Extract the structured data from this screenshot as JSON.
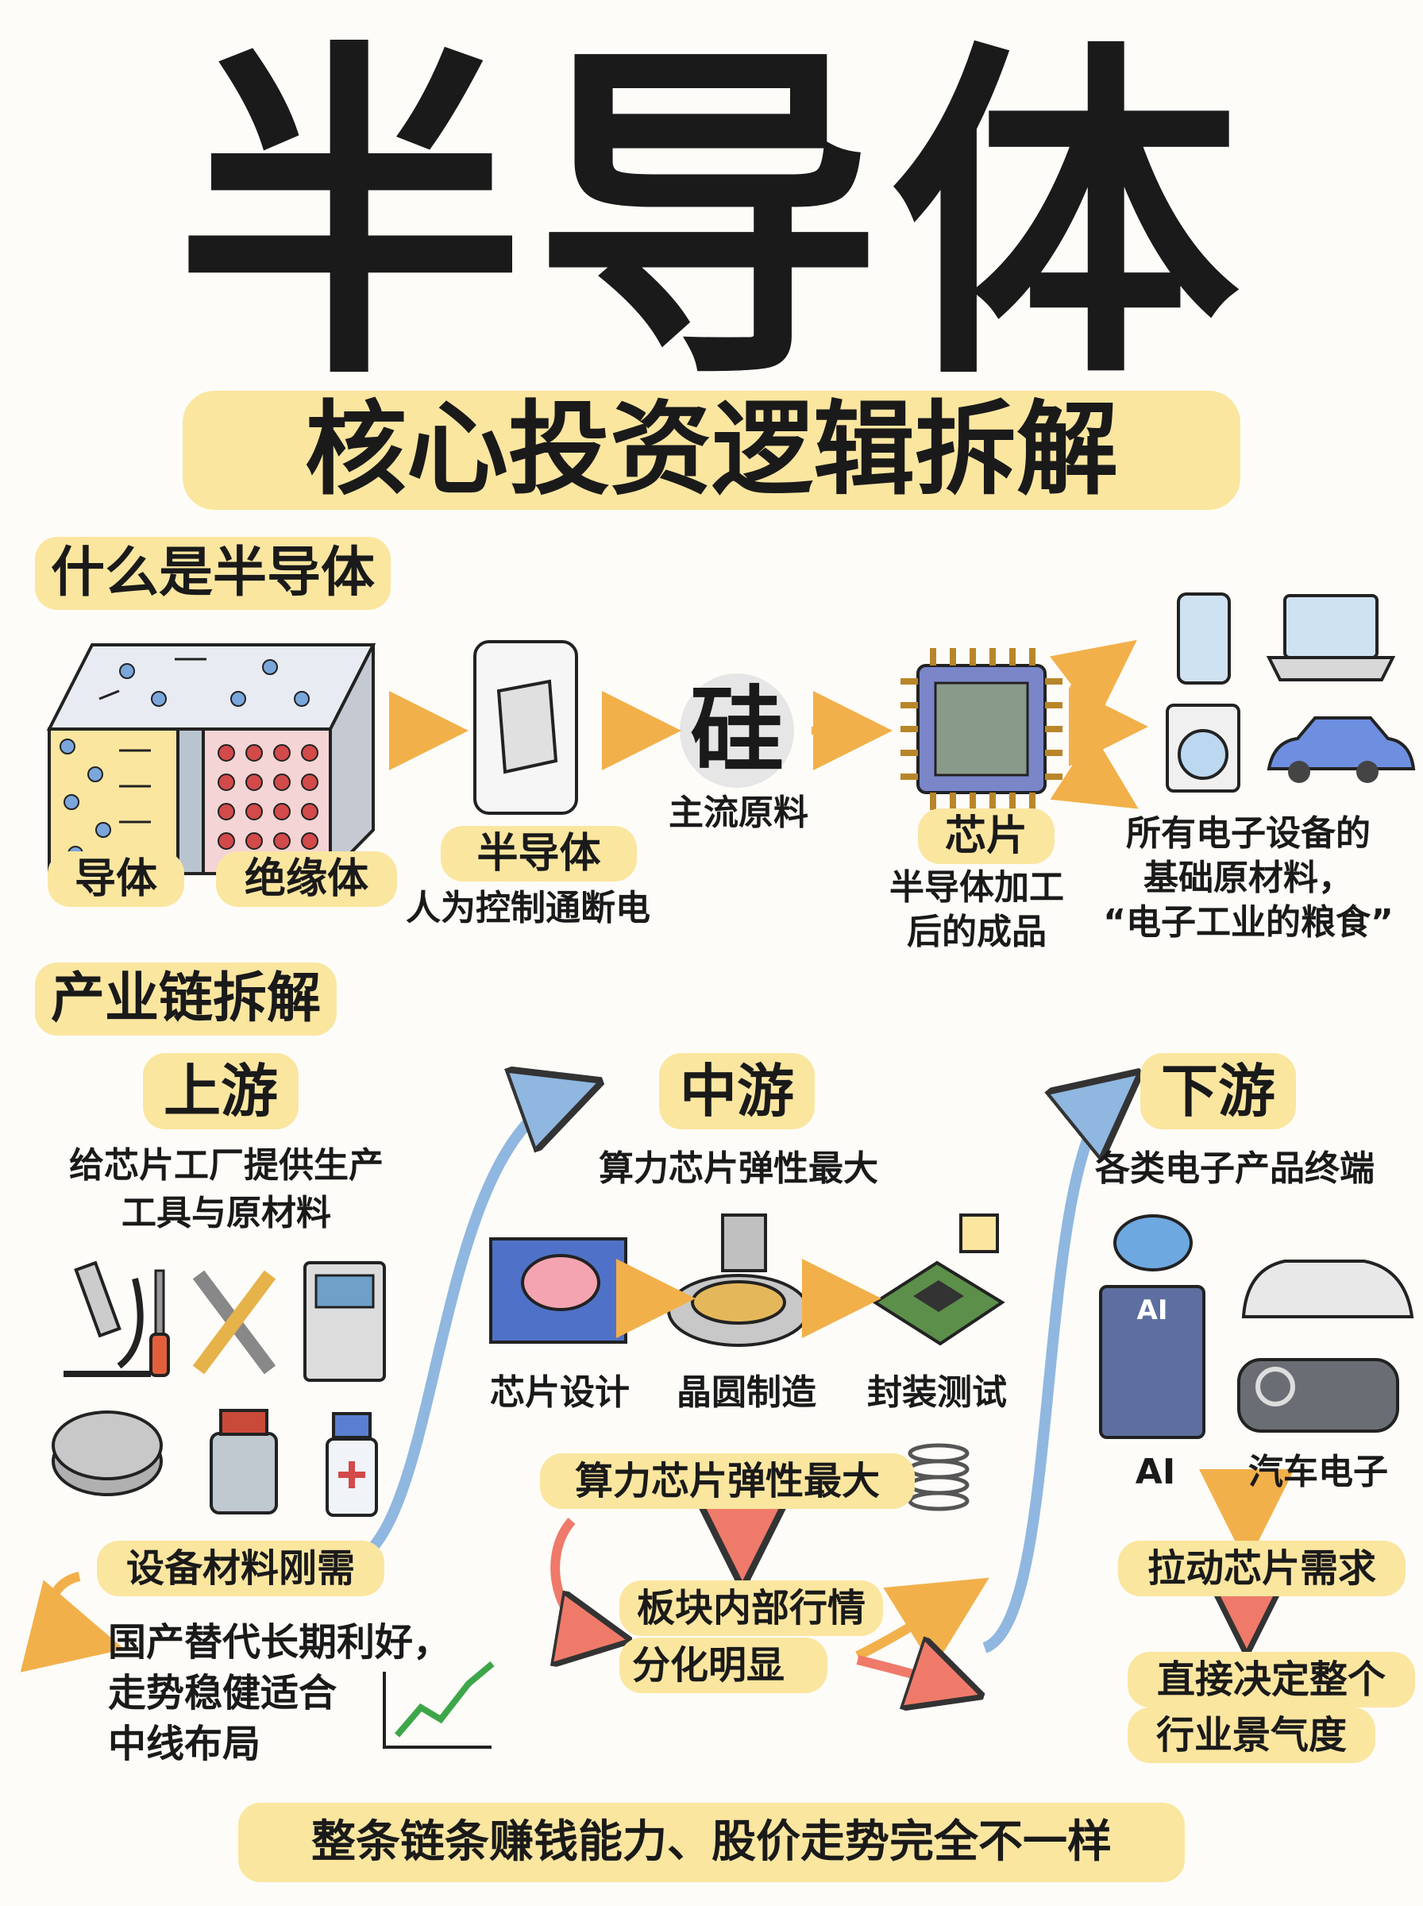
{
  "title": "半导体",
  "subtitle": "核心投资逻辑拆解",
  "section1": {
    "heading": "什么是半导体",
    "conductor": "导体",
    "insulator": "绝缘体",
    "semiconductor_label": "半导体",
    "semiconductor_desc": "人为控制通断电",
    "silicon_char": "硅",
    "silicon_desc": "主流原料",
    "chip_label": "芯片",
    "chip_desc_1": "半导体加工",
    "chip_desc_2": "后的成品",
    "devices_desc_1": "所有电子设备的",
    "devices_desc_2": "基础原材料，",
    "devices_desc_3": "“电子工业的粮食”"
  },
  "section2": {
    "heading": "产业链拆解",
    "upstream": {
      "title": "上游",
      "desc_1": "给芯片工厂提供生产",
      "desc_2": "工具与原材料",
      "need": "设备材料刚需",
      "note_1": "国产替代长期利好，",
      "note_2": "走势稳健适合",
      "note_3": "中线布局"
    },
    "midstream": {
      "title": "中游",
      "desc": "算力芯片弹性最大",
      "step_1": "芯片设计",
      "step_2": "晶圆制造",
      "step_3": "封装测试",
      "elastic": "算力芯片弹性最大",
      "ai_label": "AI",
      "divergence_1": "板块内部行情",
      "divergence_2": "分化明显"
    },
    "downstream": {
      "title": "下游",
      "desc": "各类电子产品终端",
      "ai_label": "AI",
      "auto_label": "汽车电子",
      "pull": "拉动芯片需求",
      "decide_1": "直接决定整个",
      "decide_2": "行业景气度"
    }
  },
  "footer": "整条链条赚钱能力、股价走势完全不一样",
  "colors": {
    "highlight": "#fbe6a0",
    "arrow_orange": "#f2b04a",
    "arrow_blue": "#8fb7e0",
    "arrow_red": "#ef7a6a",
    "chip_green": "#5c8f4a"
  }
}
